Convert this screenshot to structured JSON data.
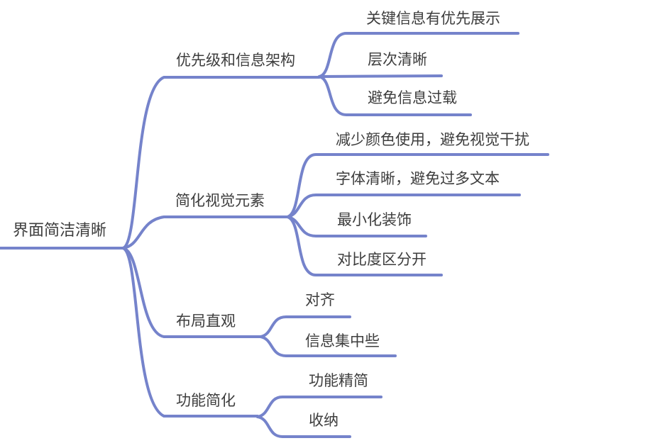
{
  "mindmap": {
    "colors": {
      "line": "#7583CB",
      "text": "#3D3D3D",
      "background": "#FFFFFF"
    },
    "root": {
      "label": "界面简洁清晰"
    },
    "branches": [
      {
        "label": "优先级和信息架构",
        "children": [
          {
            "label": "关键信息有优先展示"
          },
          {
            "label": "层次清晰"
          },
          {
            "label": "避免信息过载"
          }
        ]
      },
      {
        "label": "简化视觉元素",
        "children": [
          {
            "label": "减少颜色使用，避免视觉干扰"
          },
          {
            "label": "字体清晰，避免过多文本"
          },
          {
            "label": "最小化装饰"
          },
          {
            "label": "对比度区分开"
          }
        ]
      },
      {
        "label": "布局直观",
        "children": [
          {
            "label": "对齐"
          },
          {
            "label": "信息集中些"
          }
        ]
      },
      {
        "label": "功能简化",
        "children": [
          {
            "label": "功能精简"
          },
          {
            "label": "收纳"
          }
        ]
      }
    ]
  }
}
